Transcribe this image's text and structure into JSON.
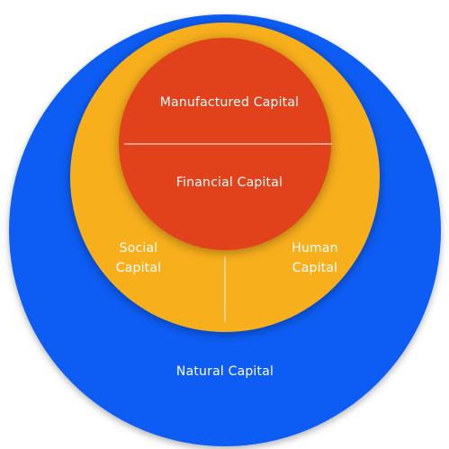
{
  "diagram": {
    "circles": {
      "natural": {
        "label": "Natural Capital",
        "color": "#0d5df5"
      },
      "human_social": {
        "color": "#f8af1b"
      },
      "manufactured_financial": {
        "color": "#e1431a"
      }
    },
    "labels": {
      "manufactured": "Manufactured Capital",
      "financial": "Financial Capital",
      "social": "Social Capital",
      "human": "Human Capital",
      "natural": "Natural Capital"
    },
    "divider_color": "#f2e6d8"
  }
}
